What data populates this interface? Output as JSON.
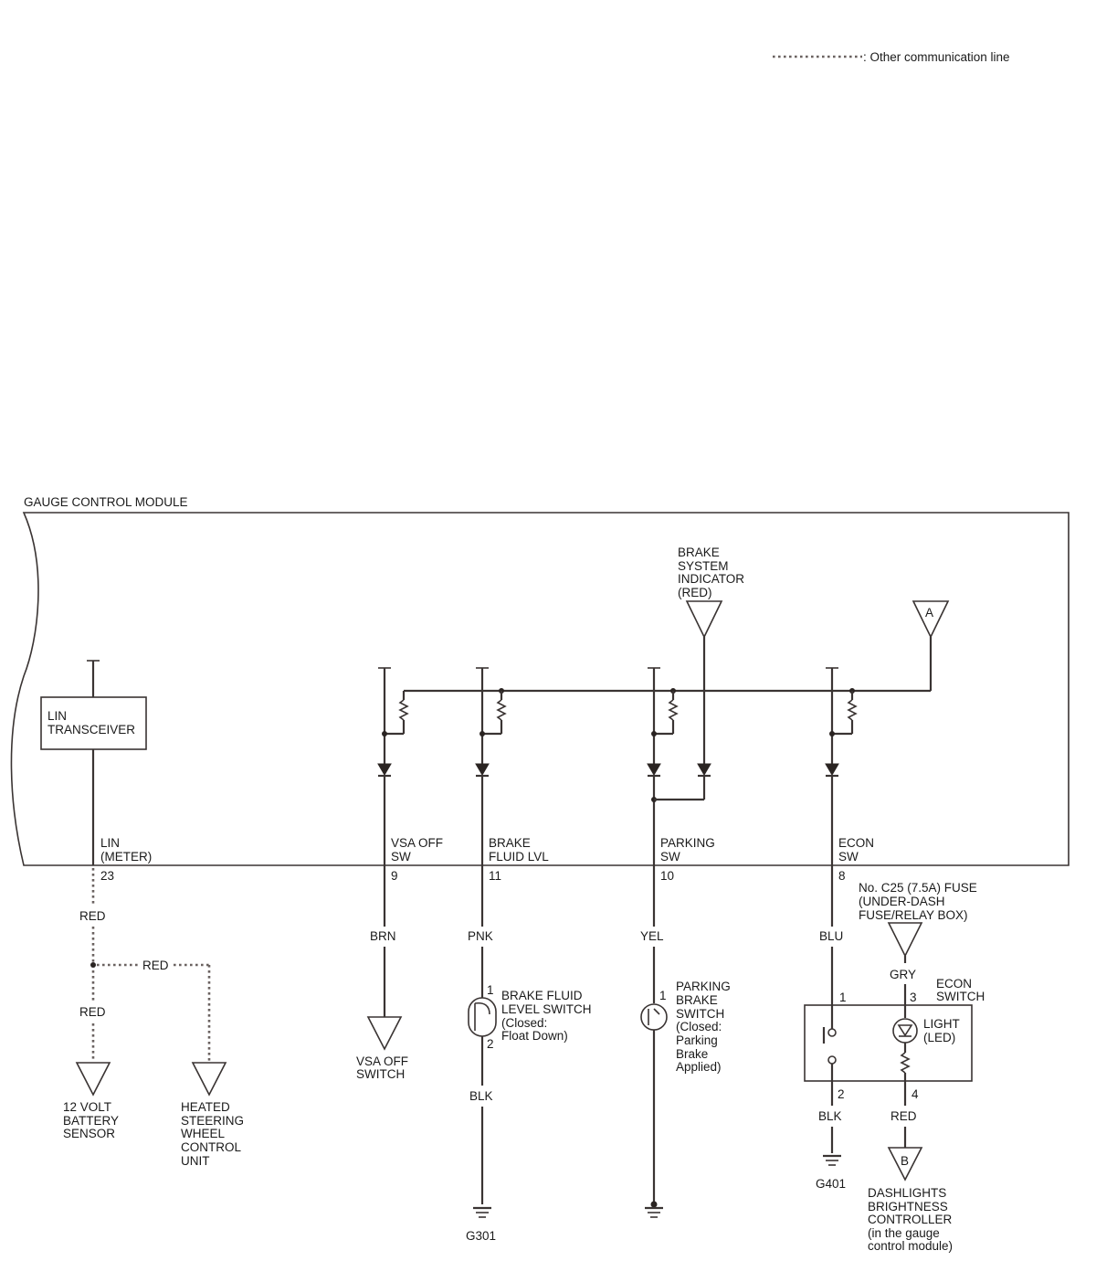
{
  "legend": {
    "text": ": Other communication line"
  },
  "module": {
    "title": "GAUGE CONTROL MODULE"
  },
  "lin_transceiver": {
    "line1": "LIN",
    "line2": "TRANSCEIVER"
  },
  "brake_indicator": {
    "lines": [
      "BRAKE",
      "SYSTEM",
      "INDICATOR",
      "(RED)"
    ]
  },
  "connector_a": {
    "label": "A"
  },
  "connector_b": {
    "label": "B"
  },
  "terminals": [
    {
      "name_lines": [
        "LIN",
        "(METER)"
      ],
      "pin": "23",
      "wire": "RED"
    },
    {
      "name_lines": [
        "VSA OFF",
        "SW"
      ],
      "pin": "9",
      "wire": "BRN"
    },
    {
      "name_lines": [
        "BRAKE",
        "FLUID LVL"
      ],
      "pin": "11",
      "wire": "PNK"
    },
    {
      "name_lines": [
        "PARKING",
        "SW"
      ],
      "pin": "10",
      "wire": "YEL"
    },
    {
      "name_lines": [
        "ECON",
        "SW"
      ],
      "pin": "8",
      "wire": "BLU"
    }
  ],
  "lin_branch": {
    "wire_lower": "RED",
    "wire_branch": "RED"
  },
  "battery_sensor": {
    "lines": [
      "12 VOLT",
      "BATTERY",
      "SENSOR"
    ]
  },
  "heated_steering": {
    "lines": [
      "HEATED",
      "STEERING",
      "WHEEL",
      "CONTROL",
      "UNIT"
    ]
  },
  "vsa_switch": {
    "lines": [
      "VSA OFF",
      "SWITCH"
    ]
  },
  "brake_fluid_switch": {
    "lines": [
      "BRAKE FLUID",
      "LEVEL SWITCH",
      "(Closed:",
      "Float Down)"
    ],
    "pin_top": "1",
    "pin_bottom": "2",
    "wire_out": "BLK",
    "ground": "G301"
  },
  "parking_brake_switch": {
    "lines": [
      "PARKING",
      "BRAKE",
      "SWITCH",
      "(Closed:",
      "Parking",
      "Brake",
      "Applied)"
    ],
    "pin": "1"
  },
  "fuse": {
    "lines": [
      "No. C25 (7.5A) FUSE",
      "(UNDER-DASH",
      "FUSE/RELAY BOX)"
    ],
    "wire": "GRY"
  },
  "econ_switch": {
    "lines": [
      "ECON",
      "SWITCH"
    ],
    "light_lines": [
      "LIGHT",
      "(LED)"
    ],
    "pins": [
      "1",
      "3",
      "2",
      "4"
    ],
    "wire_ground": "BLK",
    "wire_dash": "RED",
    "ground": "G401"
  },
  "dashlights": {
    "lines": [
      "DASHLIGHTS",
      "BRIGHTNESS",
      "CONTROLLER",
      "(in the gauge",
      "control module)"
    ]
  }
}
